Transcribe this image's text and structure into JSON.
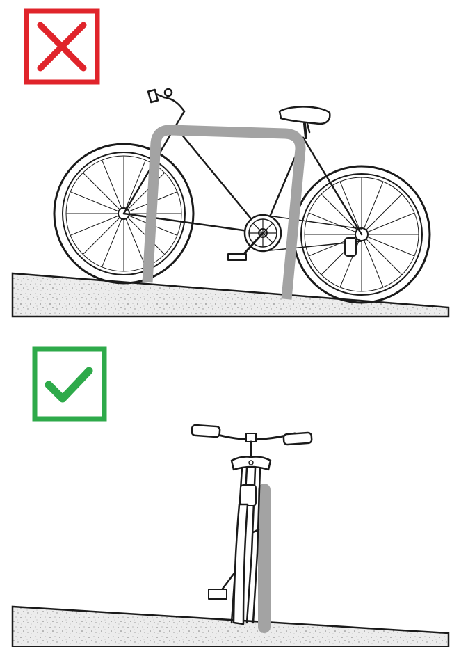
{
  "panels": [
    {
      "id": "wrong",
      "icon": "cross-mark-icon",
      "icon_color": "#e0242b",
      "meaning": "incorrect"
    },
    {
      "id": "right",
      "icon": "check-mark-icon",
      "icon_color": "#2eaa4a",
      "meaning": "correct"
    }
  ],
  "colors": {
    "rack": "#a3a3a3",
    "ground_fill": "#ececec",
    "ground_speckle": "#8a8a8a",
    "line": "#1a1a1a"
  }
}
